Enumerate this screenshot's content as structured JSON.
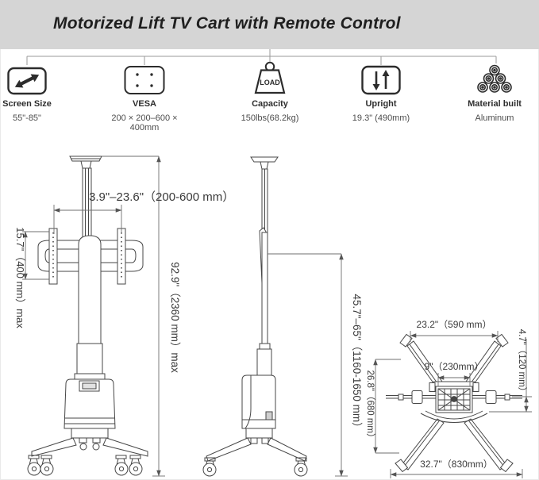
{
  "header": {
    "title": "Motorized Lift TV Cart with Remote Control"
  },
  "features": [
    {
      "name": "screen-size",
      "label": "Screen Size",
      "value": "55\"-85\"",
      "icon": "diagonal-resize-arrow-icon"
    },
    {
      "name": "vesa",
      "label": "VESA",
      "value": "200 × 200–600 × 400mm",
      "icon": "vesa-plate-icon"
    },
    {
      "name": "capacity",
      "label": "Capacity",
      "value": "150lbs(68.2kg)",
      "icon": "load-weight-icon",
      "icon_text": "LOAD"
    },
    {
      "name": "upright",
      "label": "Upright",
      "value": "19.3\" (490mm)",
      "icon": "up-down-arrows-icon"
    },
    {
      "name": "material",
      "label": "Material built",
      "value": "Aluminum",
      "icon": "aluminum-coils-icon"
    }
  ],
  "diagram": {
    "front_view": {
      "vesa_width_range": "3.9\"–23.6\"（200-600 mm）",
      "bracket_height": "15.7\"（400 mm）max",
      "overall_height": "92.9\"（2360 mm）max"
    },
    "side_view": {
      "screen_center_height": "45.7\"–65\"（1160-1650 mm）"
    },
    "top_view": {
      "front_leg_span": "23.2\"（590 mm）",
      "base_width": "9\"（230mm）",
      "column_offset": "4.7\"（120 mm）",
      "base_depth": "26.8\"（680 mm）",
      "rear_leg_span": "32.7\"（830mm）"
    }
  }
}
